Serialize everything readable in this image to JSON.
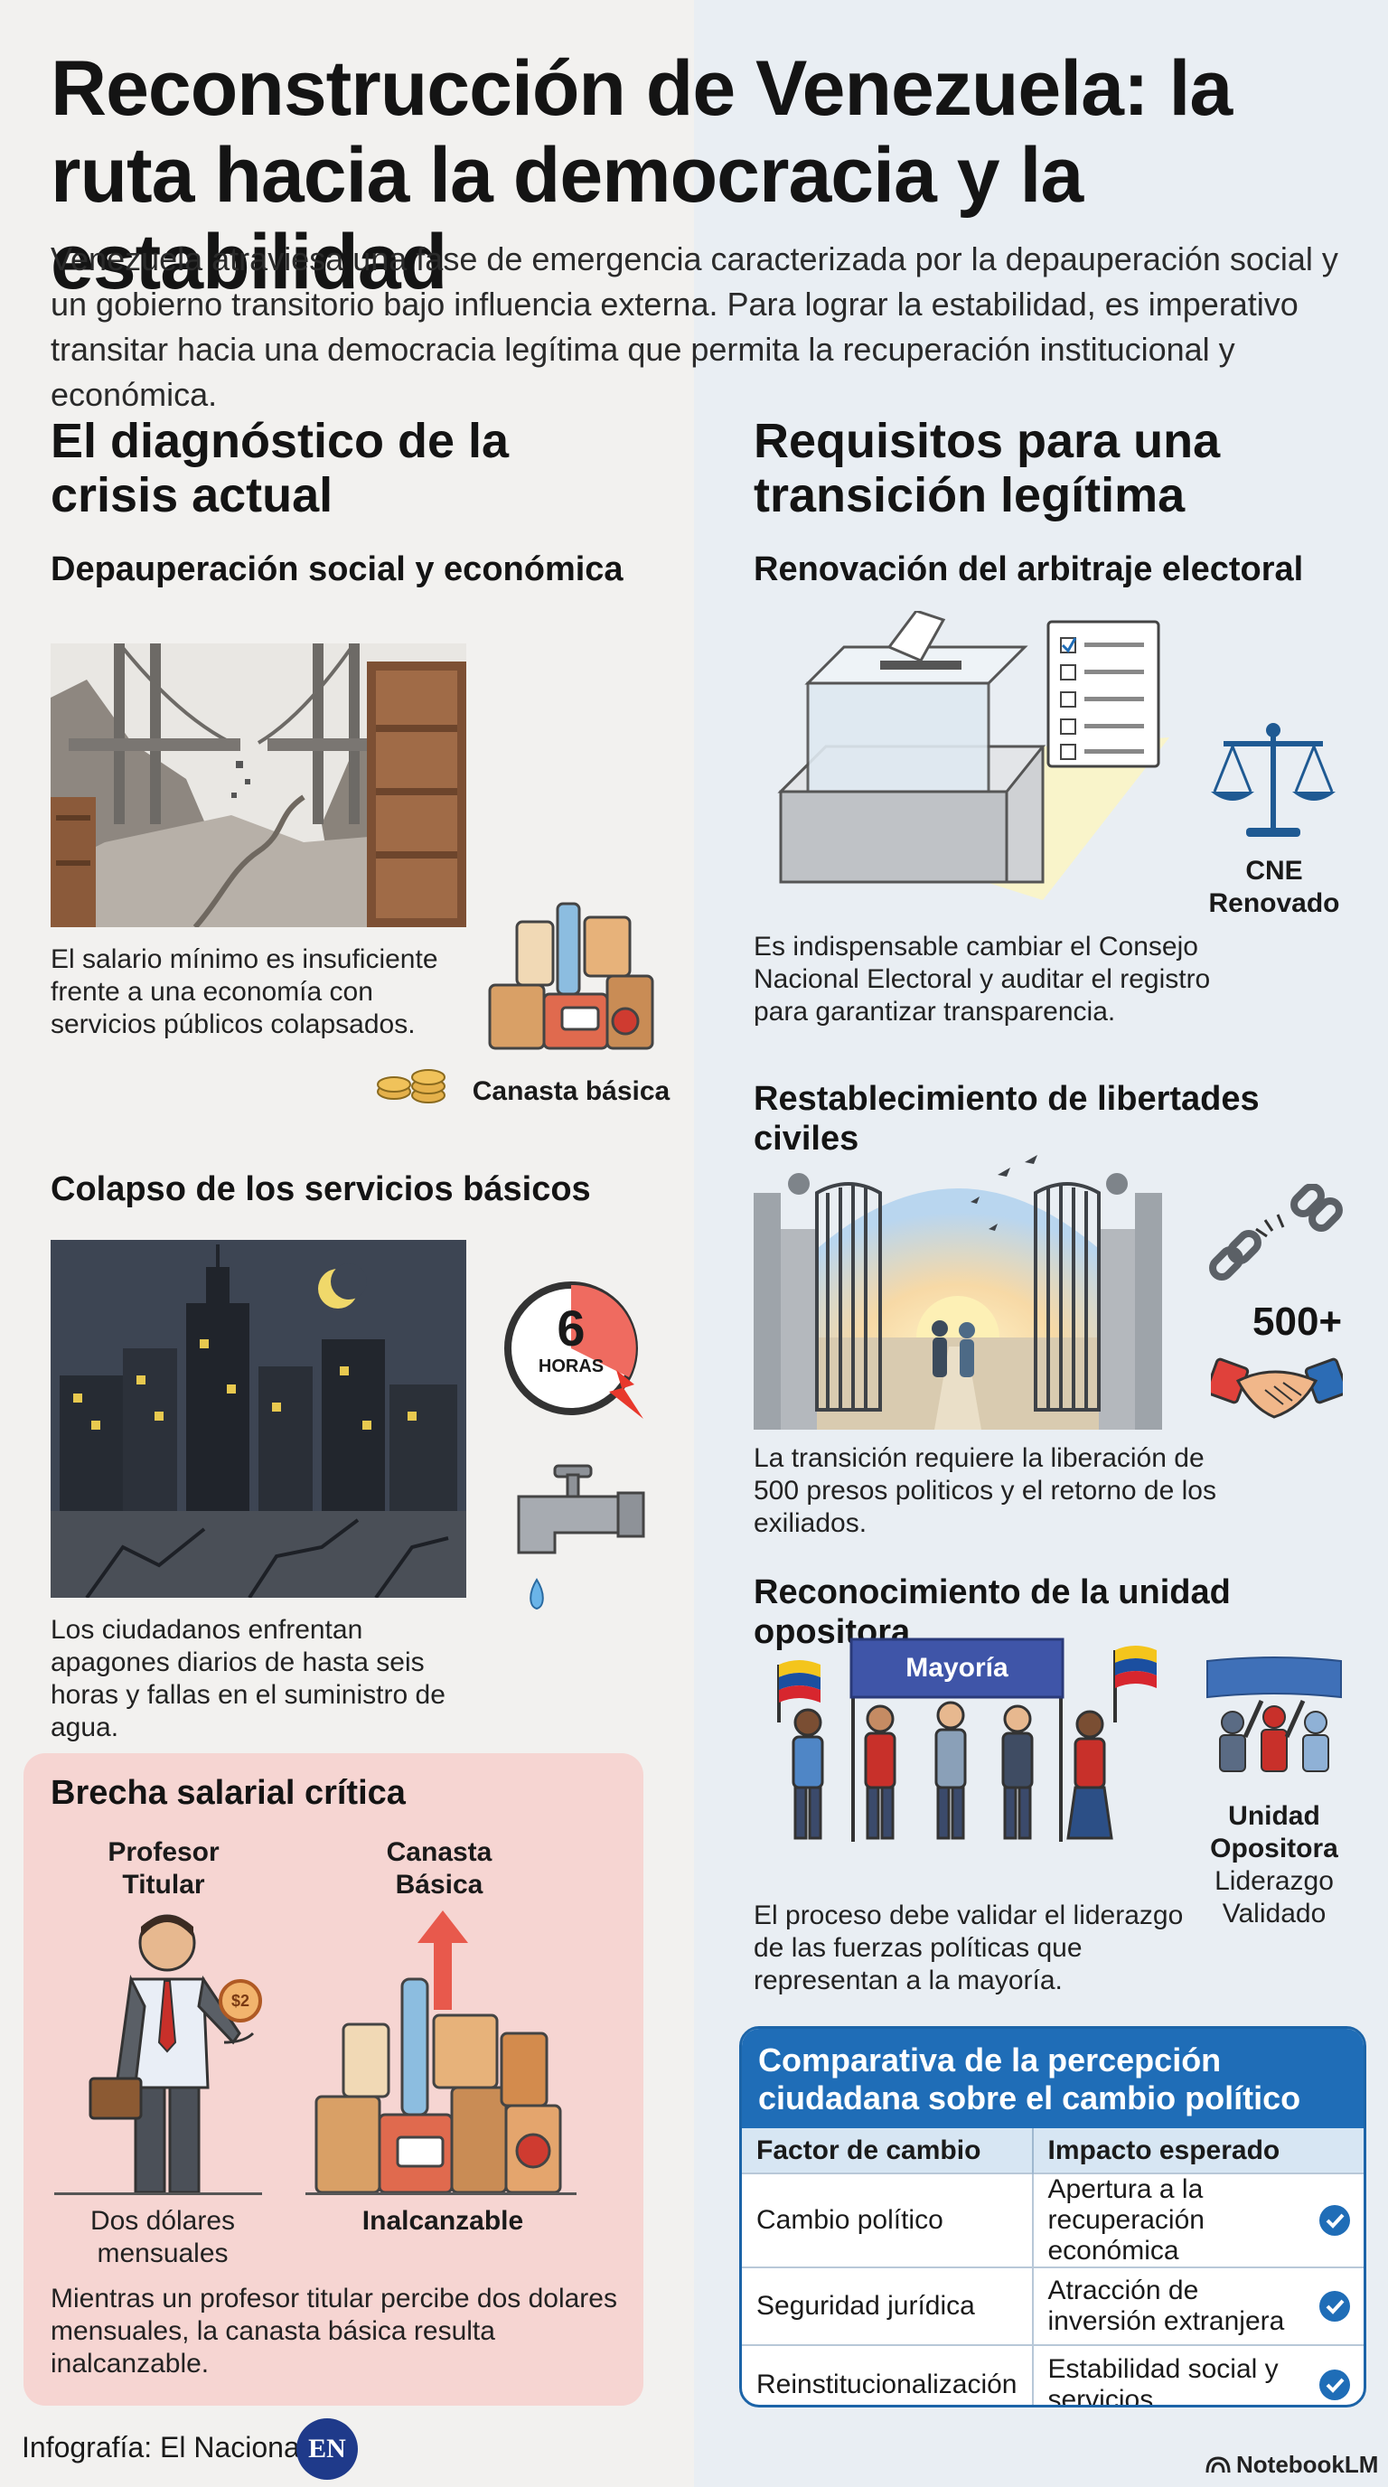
{
  "header": {
    "title": "Reconstrucción de Venezuela: la ruta hacia la democracia y la estabilidad",
    "intro": "Venezuela atraviesa una fase de emergencia caracterizada por la depauperación social y un gobierno transitorio bajo influencia externa. Para lograr la estabilidad, es imperativo transitar hacia una democracia legítima que permita la recuperación institucional y económica."
  },
  "left": {
    "heading": "El diagnóstico de la crisis actual",
    "section1": {
      "title": "Depauperación social y económica",
      "text": "El salario mínimo es insuficiente frente a una economía con servicios públicos colapsados.",
      "icon_label": "Canasta básica"
    },
    "section2": {
      "title": "Colapso de los servicios básicos",
      "text": "Los ciudadanos enfrentan apagones diarios de hasta seis horas y fallas en el suministro de agua.",
      "clock_number": "6",
      "clock_unit": "HORAS"
    },
    "wage_gap": {
      "title": "Brecha salarial crítica",
      "professor_label": "Profesor Titular",
      "basket_label": "Canasta Básica",
      "coin_label": "$2",
      "professor_caption": "Dos dólares mensuales",
      "basket_caption": "Inalcanzable",
      "text": "Mientras un profesor titular percibe dos dolares mensuales, la canasta básica resulta inalcanzable."
    }
  },
  "right": {
    "heading": "Requisitos para una transición legítima",
    "section1": {
      "title": "Renovación del arbitraje electoral",
      "text": "Es indispensable cambiar el Consejo Nacional Electoral y auditar el registro para garantizar transparencia.",
      "icon_label": "CNE Renovado"
    },
    "section2": {
      "title": "Restablecimiento de libertades civiles",
      "text": "La transición requiere la liberación de 500 presos politicos y el retorno de los exiliados.",
      "count": "500+"
    },
    "section3": {
      "title": "Reconocimiento de la unidad opositora",
      "banner": "Mayoría",
      "text": "El proceso debe validar el liderazgo de las fuerzas políticas que representan a la mayoría.",
      "icon_label_bold": "Unidad Opositora",
      "icon_label": "Liderazgo Validado"
    }
  },
  "table": {
    "title": "Comparativa de la percepción ciudadana sobre el cambio político",
    "headers": [
      "Factor de cambio",
      "Impacto esperado"
    ],
    "rows": [
      {
        "factor": "Cambio político",
        "impact": "Apertura a la recuperación económica"
      },
      {
        "factor": "Seguridad jurídica",
        "impact": "Atracción de inversión extranjera"
      },
      {
        "factor": "Reinstitucionalización",
        "impact": "Estabilidad social y servicios"
      }
    ]
  },
  "footer": {
    "credit": "Infografía: El Nacional",
    "logo_text": "EN",
    "brand": "NotebookLM"
  },
  "colors": {
    "accent_blue": "#1f6db7",
    "wage_box": "#f6d5d2",
    "venezuela_yellow": "#f4c51c",
    "venezuela_blue": "#1b4fa0",
    "venezuela_red": "#d7262e"
  }
}
